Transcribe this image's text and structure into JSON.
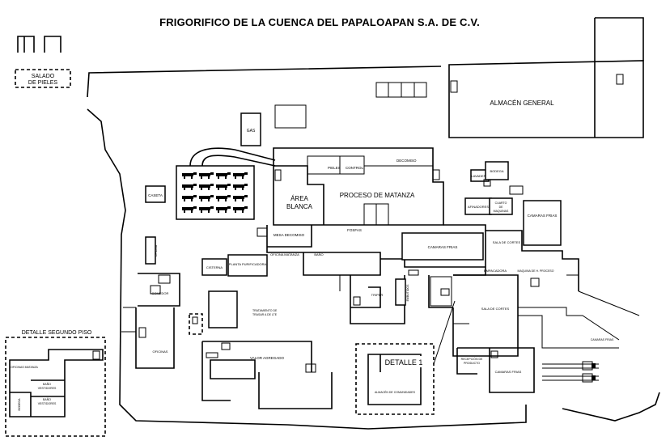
{
  "title": "FRIGORIFICO DE LA CUENCA DEL PAPALOAPAN S.A. DE C.V.",
  "labels": {
    "salado_1": "SALADO",
    "salado_2": "DE PIELES",
    "almacen_general": "ALMACÉN GENERAL",
    "gas": "GAS",
    "pieles": "PIELES",
    "control": "CONTROL",
    "decomiso": "DECOMISO",
    "area_1": "ÁREA",
    "area_2": "BLANCA",
    "proceso_matanza": "PROCESO DE MATANZA",
    "caseta": "CASETA",
    "lavadero": "LAVADERO",
    "bodega": "BODEGA",
    "afinadores": "AFINADORES",
    "cuarto_1": "CUARTO",
    "cuarto_2": "DE",
    "cuarto_3": "MAQUINAS",
    "camaras_frias_right": "CAMARAS FRIAS",
    "mesa_decomiso": "MESA DECOMISO",
    "fosfas": "FOSFAS",
    "camaras_frias_mid": "CAMARAS FRIAS",
    "sala_cortes_top": "SALA DE CORTES",
    "oficina": "OFICINA",
    "cisterna": "CISTERNA",
    "planta_purificadora": "PLANTA PURIFICADORA",
    "oficina_matanza": "OFICINA MATANZA",
    "bano": "BAÑO",
    "empacadora": "EMPACADORA",
    "maquina_hielo": "MAQUINA DE H. PROCESO",
    "comedor": "COMEDOR",
    "triper": "TRIPER",
    "embutidos": "EMBUTIDOS",
    "sala_cortes_mid": "SALA DE CORTES",
    "tratamiento_1": "TRATAMIENTO DE",
    "tratamiento_2": "TRASAR A DE LTE",
    "oficinas": "OFICINAS",
    "valor_agregado": "VALOR AGREGADO",
    "detalle_1": "DETALLE 1",
    "almacen_comunidades": "ALMACÉN DE COMUNIDADES",
    "recepcion_1": "RECEPCIÓN DE",
    "recepcion_2": "PRODUCTO",
    "camaras_frias_bottom": "CAMARAS FRIAS",
    "camaras_frias_lower": "CAMARAS FRIAS",
    "detalle_segundo_piso": "DETALLE SEGUNDO PISO",
    "oficinas_matanza": "OFICINAS MATANZA",
    "bano_vest_1a": "BAÑO",
    "bano_vest_1b": "VESTIDORES",
    "bano_vest_2a": "BAÑO",
    "bano_vest_2b": "VESTIDORES",
    "bodega_small": "BODEGA"
  }
}
